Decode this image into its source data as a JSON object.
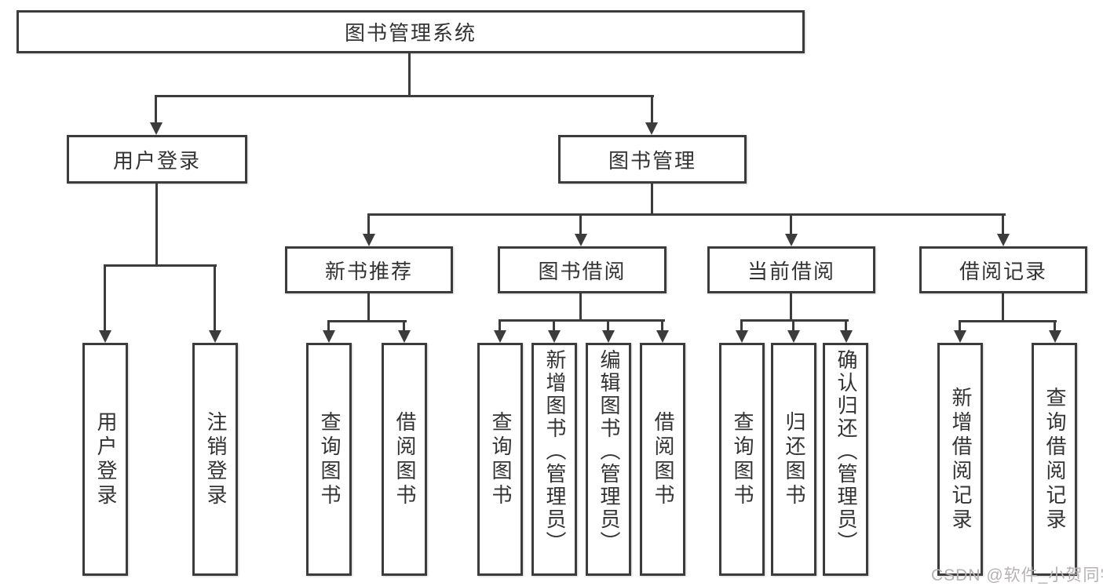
{
  "colors": {
    "background": "#ffffff",
    "line": "#3c3c3c",
    "text": "#333333",
    "watermark": "#b6b2b2"
  },
  "diagram": {
    "root": {
      "label": "图书管理系统"
    },
    "branches": [
      {
        "label": "用户登录",
        "children": [
          {
            "label": "用户登录"
          },
          {
            "label": "注销登录"
          }
        ]
      },
      {
        "label": "图书管理",
        "children": [
          {
            "label": "新书推荐",
            "children": [
              {
                "label": "查询图书"
              },
              {
                "label": "借阅图书"
              }
            ]
          },
          {
            "label": "图书借阅",
            "children": [
              {
                "label": "查询图书"
              },
              {
                "label": "新增图书（管理员）"
              },
              {
                "label": "编辑图书（管理员）"
              },
              {
                "label": "借阅图书"
              }
            ]
          },
          {
            "label": "当前借阅",
            "children": [
              {
                "label": "查询图书"
              },
              {
                "label": "归还图书"
              },
              {
                "label": "确认归还（管理员）"
              }
            ]
          },
          {
            "label": "借阅记录",
            "children": [
              {
                "label": "新增借阅记录"
              },
              {
                "label": "查询借阅记录"
              }
            ]
          }
        ]
      }
    ]
  },
  "watermark": {
    "text": "CSDN @软件_小贺同学"
  }
}
